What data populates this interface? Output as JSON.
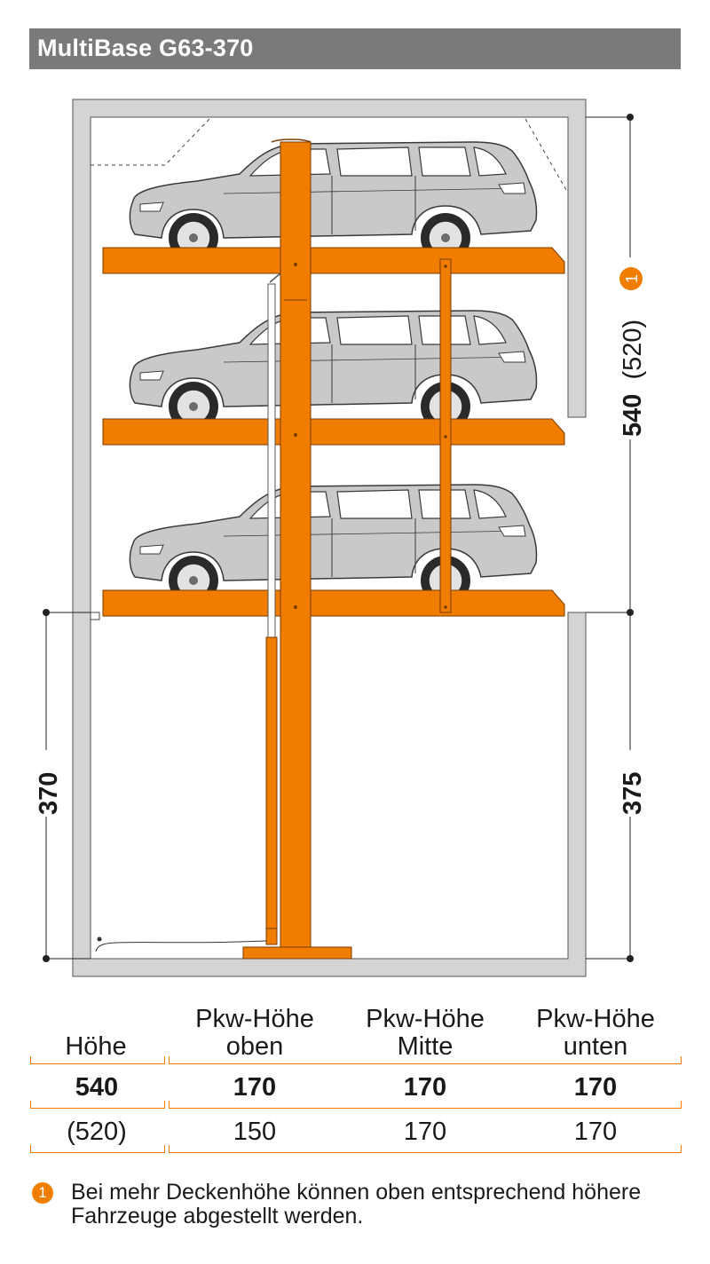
{
  "title": "MultiBase G63-370",
  "colors": {
    "orange": "#f07d00",
    "wall": "#d4d4d4",
    "car_body": "#c9c9c9",
    "title_bg": "#7a7a7a"
  },
  "dimensions": {
    "total_height": "540",
    "total_height_alt": "(520)",
    "note_marker": "1",
    "pit_left": "370",
    "pit_right": "375"
  },
  "table": {
    "headers": [
      {
        "line1": "",
        "line2": "Höhe"
      },
      {
        "line1": "Pkw-Höhe",
        "line2": "oben"
      },
      {
        "line1": "Pkw-Höhe",
        "line2": "Mitte"
      },
      {
        "line1": "Pkw-Höhe",
        "line2": "unten"
      }
    ],
    "rows": [
      [
        "540",
        "170",
        "170",
        "170"
      ],
      [
        "(520)",
        "150",
        "170",
        "170"
      ]
    ]
  },
  "note": {
    "marker": "1",
    "text": "Bei mehr Deckenhöhe können oben entsprechend höhere Fahrzeuge abgestellt werden."
  }
}
